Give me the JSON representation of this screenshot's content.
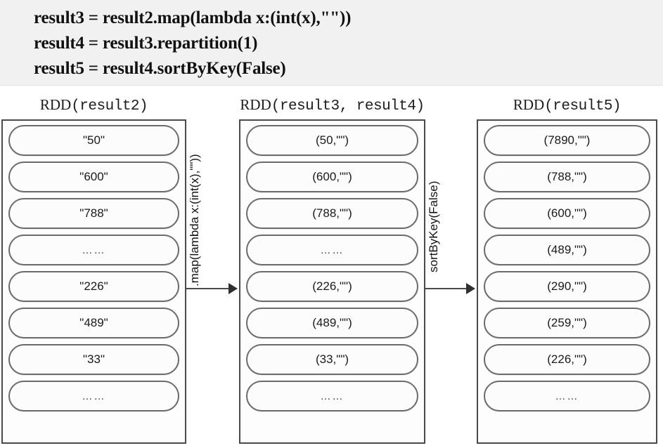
{
  "code_banner": {
    "lines": [
      "result3 = result2.map(lambda x:(int(x),\"\"))",
      "result4 = result3.repartition(1)",
      "result5 = result4.sortByKey(False)"
    ]
  },
  "diagram": {
    "columns": [
      {
        "id": "rdd-result2",
        "title_prefix": "RDD",
        "title_args": "(result2)",
        "items": [
          "\"50\"",
          "\"600\"",
          "\"788\"",
          "……",
          "\"226\"",
          "\"489\"",
          "\"33\"",
          "……"
        ]
      },
      {
        "id": "rdd-result3-result4",
        "title_prefix": "RDD",
        "title_args": "(result3, result4)",
        "items": [
          "(50,\"\")",
          "(600,\"\")",
          "(788,\"\")",
          "……",
          "(226,\"\")",
          "(489,\"\")",
          "(33,\"\")",
          "……"
        ]
      },
      {
        "id": "rdd-result5",
        "title_prefix": "RDD",
        "title_args": "(result5)",
        "items": [
          "(7890,\"\")",
          "(788,\"\")",
          "(600,\"\")",
          "(489,\"\")",
          "(290,\"\")",
          "(259,\"\")",
          "(226,\"\")",
          "……"
        ]
      }
    ],
    "arrows": [
      {
        "id": "arrow-map",
        "label": ".map(lambda x:(int(x),\"\"))"
      },
      {
        "id": "arrow-sortbykey",
        "label": "sortByKey(False)"
      }
    ]
  },
  "colors": {
    "banner_background": "#f1f1f1",
    "box_border": "#4a4a4a",
    "pill_border": "#6b6b6b",
    "arrow": "#2f2f2f",
    "text": "#1a1a1a"
  }
}
